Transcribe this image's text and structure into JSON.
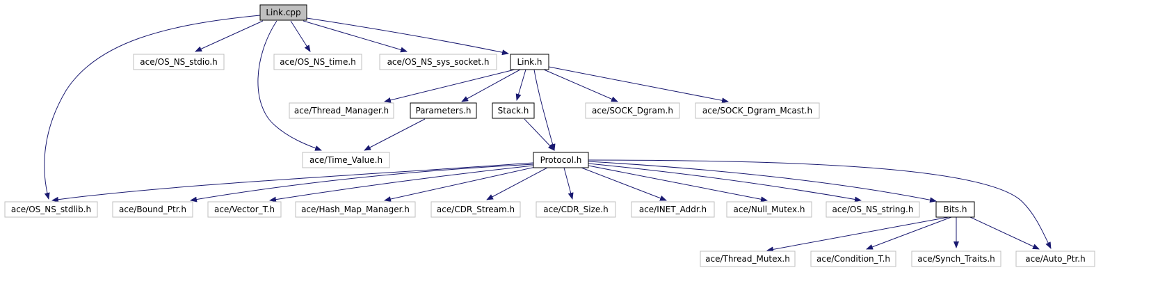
{
  "colors": {
    "edge": "#191970",
    "root_fill": "#bfbfbf",
    "documented_border": "#000000",
    "undocumented_border": "#bfbfbf",
    "background": "#ffffff"
  },
  "nodes": [
    {
      "id": "link_cpp",
      "label": "Link.cpp",
      "kind": "root"
    },
    {
      "id": "os_ns_stdio",
      "label": "ace/OS_NS_stdio.h",
      "kind": "undocumented"
    },
    {
      "id": "os_ns_time",
      "label": "ace/OS_NS_time.h",
      "kind": "undocumented"
    },
    {
      "id": "os_ns_sys_socket",
      "label": "ace/OS_NS_sys_socket.h",
      "kind": "undocumented"
    },
    {
      "id": "link_h",
      "label": "Link.h",
      "kind": "documented"
    },
    {
      "id": "thread_manager",
      "label": "ace/Thread_Manager.h",
      "kind": "undocumented"
    },
    {
      "id": "parameters_h",
      "label": "Parameters.h",
      "kind": "documented"
    },
    {
      "id": "stack_h",
      "label": "Stack.h",
      "kind": "documented"
    },
    {
      "id": "sock_dgram",
      "label": "ace/SOCK_Dgram.h",
      "kind": "undocumented"
    },
    {
      "id": "sock_dgram_mcast",
      "label": "ace/SOCK_Dgram_Mcast.h",
      "kind": "undocumented"
    },
    {
      "id": "time_value",
      "label": "ace/Time_Value.h",
      "kind": "undocumented"
    },
    {
      "id": "protocol_h",
      "label": "Protocol.h",
      "kind": "documented"
    },
    {
      "id": "os_ns_stdlib",
      "label": "ace/OS_NS_stdlib.h",
      "kind": "undocumented"
    },
    {
      "id": "bound_ptr",
      "label": "ace/Bound_Ptr.h",
      "kind": "undocumented"
    },
    {
      "id": "vector_t",
      "label": "ace/Vector_T.h",
      "kind": "undocumented"
    },
    {
      "id": "hash_map_manager",
      "label": "ace/Hash_Map_Manager.h",
      "kind": "undocumented"
    },
    {
      "id": "cdr_stream",
      "label": "ace/CDR_Stream.h",
      "kind": "undocumented"
    },
    {
      "id": "cdr_size",
      "label": "ace/CDR_Size.h",
      "kind": "undocumented"
    },
    {
      "id": "inet_addr",
      "label": "ace/INET_Addr.h",
      "kind": "undocumented"
    },
    {
      "id": "null_mutex",
      "label": "ace/Null_Mutex.h",
      "kind": "undocumented"
    },
    {
      "id": "os_ns_string",
      "label": "ace/OS_NS_string.h",
      "kind": "undocumented"
    },
    {
      "id": "bits_h",
      "label": "Bits.h",
      "kind": "documented"
    },
    {
      "id": "thread_mutex",
      "label": "ace/Thread_Mutex.h",
      "kind": "undocumented"
    },
    {
      "id": "condition_t",
      "label": "ace/Condition_T.h",
      "kind": "undocumented"
    },
    {
      "id": "synch_traits",
      "label": "ace/Synch_Traits.h",
      "kind": "undocumented"
    },
    {
      "id": "auto_ptr",
      "label": "ace/Auto_Ptr.h",
      "kind": "undocumented"
    }
  ],
  "edges": [
    {
      "from": "link_cpp",
      "to": "os_ns_stdio"
    },
    {
      "from": "link_cpp",
      "to": "os_ns_time"
    },
    {
      "from": "link_cpp",
      "to": "os_ns_sys_socket"
    },
    {
      "from": "link_cpp",
      "to": "link_h"
    },
    {
      "from": "link_cpp",
      "to": "time_value"
    },
    {
      "from": "link_cpp",
      "to": "os_ns_stdlib"
    },
    {
      "from": "link_h",
      "to": "thread_manager"
    },
    {
      "from": "link_h",
      "to": "parameters_h"
    },
    {
      "from": "link_h",
      "to": "stack_h"
    },
    {
      "from": "link_h",
      "to": "sock_dgram"
    },
    {
      "from": "link_h",
      "to": "sock_dgram_mcast"
    },
    {
      "from": "link_h",
      "to": "protocol_h"
    },
    {
      "from": "parameters_h",
      "to": "time_value"
    },
    {
      "from": "stack_h",
      "to": "protocol_h"
    },
    {
      "from": "protocol_h",
      "to": "os_ns_stdlib"
    },
    {
      "from": "protocol_h",
      "to": "bound_ptr"
    },
    {
      "from": "protocol_h",
      "to": "vector_t"
    },
    {
      "from": "protocol_h",
      "to": "hash_map_manager"
    },
    {
      "from": "protocol_h",
      "to": "cdr_stream"
    },
    {
      "from": "protocol_h",
      "to": "cdr_size"
    },
    {
      "from": "protocol_h",
      "to": "inet_addr"
    },
    {
      "from": "protocol_h",
      "to": "null_mutex"
    },
    {
      "from": "protocol_h",
      "to": "os_ns_string"
    },
    {
      "from": "protocol_h",
      "to": "bits_h"
    },
    {
      "from": "protocol_h",
      "to": "auto_ptr"
    },
    {
      "from": "bits_h",
      "to": "thread_mutex"
    },
    {
      "from": "bits_h",
      "to": "condition_t"
    },
    {
      "from": "bits_h",
      "to": "synch_traits"
    },
    {
      "from": "bits_h",
      "to": "auto_ptr"
    }
  ]
}
